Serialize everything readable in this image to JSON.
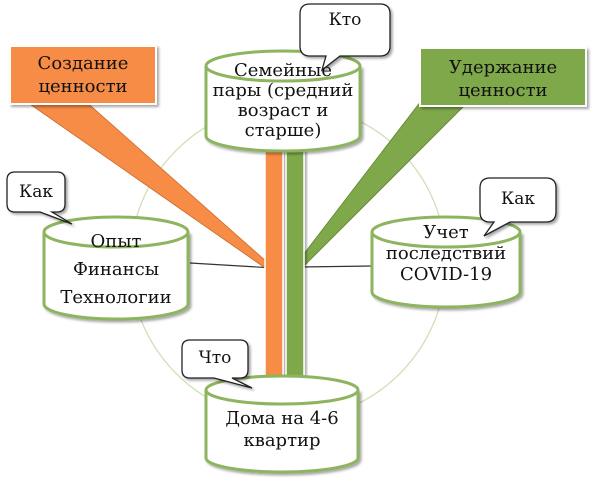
{
  "colors": {
    "orange": "#F68C45",
    "green": "#7FA84B",
    "cylinder_fill": "#FFFFFF",
    "cylinder_stroke": "#8DB45E",
    "text": "#111111"
  },
  "callouts": {
    "who": "Кто",
    "how_left": "Как",
    "how_right": "Как",
    "what": "Что"
  },
  "banners": {
    "value_creation": {
      "line1": "Создание",
      "line2": "ценности"
    },
    "value_retention": {
      "line1": "Удержание",
      "line2": "ценности"
    }
  },
  "cylinders": {
    "top": {
      "lines": [
        "Семейные",
        "пары (средний",
        "возраст и",
        "старше)"
      ]
    },
    "left": {
      "lines": [
        "Опыт",
        "Финансы",
        "Технологии"
      ]
    },
    "right": {
      "lines": [
        "Учет",
        "последствий",
        "COVID-19"
      ]
    },
    "bottom": {
      "lines": [
        "Дома на 4-6",
        "квартир"
      ]
    }
  }
}
